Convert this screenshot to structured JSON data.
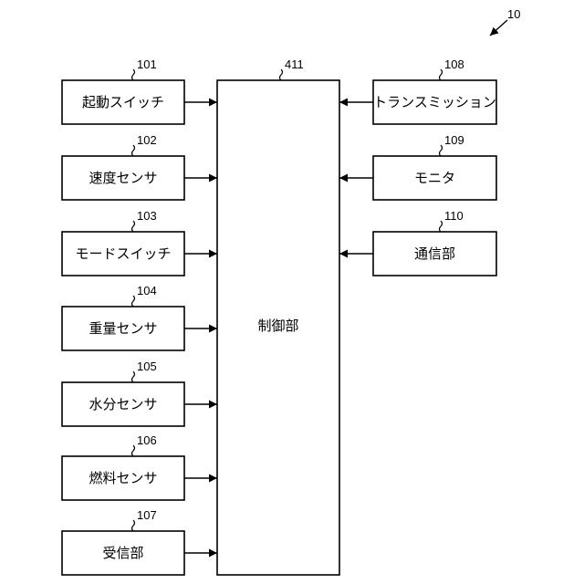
{
  "figure_ref": "10",
  "controller": {
    "ref": "411",
    "label": "制御部"
  },
  "inputs_left": [
    {
      "ref": "101",
      "label": "起動スイッチ"
    },
    {
      "ref": "102",
      "label": "速度センサ"
    },
    {
      "ref": "103",
      "label": "モードスイッチ"
    },
    {
      "ref": "104",
      "label": "重量センサ"
    },
    {
      "ref": "105",
      "label": "水分センサ"
    },
    {
      "ref": "106",
      "label": "燃料センサ"
    },
    {
      "ref": "107",
      "label": "受信部"
    }
  ],
  "inputs_right": [
    {
      "ref": "108",
      "label": "トランスミッション"
    },
    {
      "ref": "109",
      "label": "モニタ"
    },
    {
      "ref": "110",
      "label": "通信部"
    }
  ]
}
